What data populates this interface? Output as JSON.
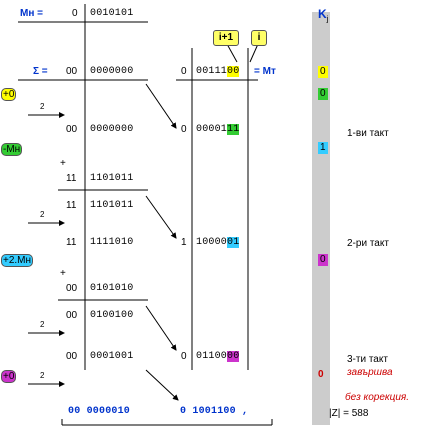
{
  "header": {
    "mn_label": "Мн =",
    "mn_sign": "0",
    "mn_bits": "0010101",
    "k_label": "K",
    "k_sub": "j",
    "callout_i1": "i+1",
    "callout_i": "i"
  },
  "sum_row": {
    "sigma": "Σ =",
    "left_sign": "00",
    "left_bits": "0000000",
    "mt_sign": "0",
    "mt_prefix": "00111",
    "mt_hl": "00",
    "mt_label": "= Мт",
    "k0": "0"
  },
  "ops": {
    "op_plus0": "+0",
    "shift_2": "2",
    "op_minus_mn": "-Мн",
    "op_plus2mn": "+2.Мн",
    "op_plus0_b": "+0",
    "plus_sign": "+"
  },
  "rows": [
    {
      "sign": "00",
      "bits": "0000000"
    },
    {
      "sign": "11",
      "bits": "1101011"
    },
    {
      "sign": "11",
      "bits": "1101011"
    },
    {
      "sign": "11",
      "bits": "1111010"
    },
    {
      "sign": "00",
      "bits": "0101010"
    },
    {
      "sign": "00",
      "bits": "0100100"
    },
    {
      "sign": "00",
      "bits": "0001001"
    }
  ],
  "mt_rows": [
    {
      "sign": "0",
      "prefix": "00001",
      "hl": "11"
    },
    {
      "sign": "1",
      "prefix": "10000",
      "hl": "01"
    },
    {
      "sign": "0",
      "prefix": "01100",
      "hl": "00"
    }
  ],
  "k_values": [
    "0",
    "1",
    "0"
  ],
  "tacts": [
    "1-ви такт",
    "2-ри такт",
    "3-ти такт"
  ],
  "end_note": {
    "zero": "0",
    "line1": "завършва",
    "line2": "без корекция."
  },
  "result": {
    "left": "00 0000010",
    "right": "0 1001100 ,",
    "z_label": "|Z| = 588"
  }
}
